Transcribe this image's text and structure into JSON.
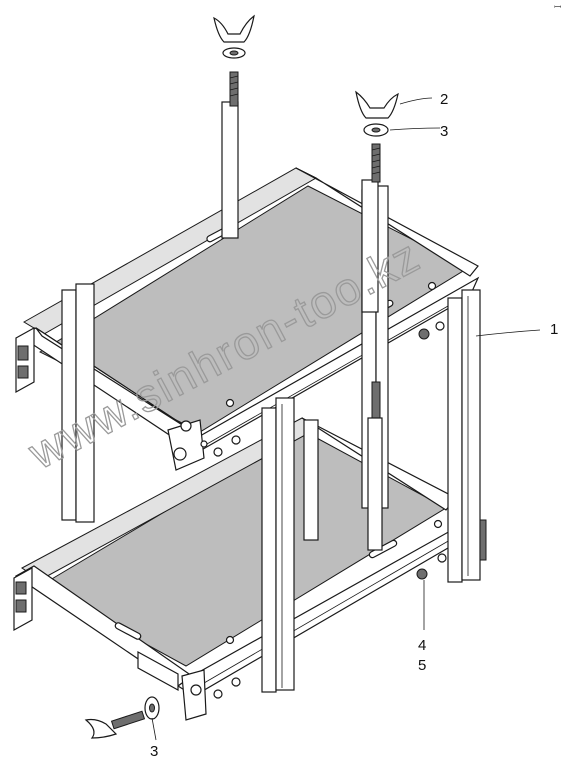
{
  "watermark": "www.sinhron-too.kz",
  "corner_mark": "ꟷ",
  "callouts": {
    "c1": "1",
    "c2": "2",
    "c3_top": "3",
    "c4": "4",
    "c5": "5",
    "c3_bottom": "3"
  },
  "colors": {
    "line": "#1a1a1a",
    "tray_floor": "#bdbdbd",
    "shadow": "#6e6e6e",
    "watermark": "#9a9a9a"
  }
}
